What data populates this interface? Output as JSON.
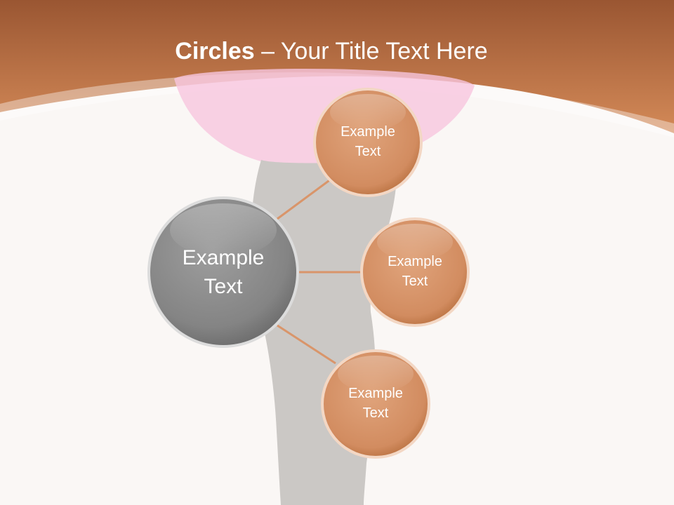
{
  "slide": {
    "title_bold": "Circles",
    "title_rest": " – Your Title Text Here"
  },
  "diagram": {
    "center": {
      "label": "Example\nText"
    },
    "nodes": [
      {
        "label": "Example\nText"
      },
      {
        "label": "Example\nText"
      },
      {
        "label": "Example\nText"
      }
    ]
  },
  "colors": {
    "header_dark": "#9c5a34",
    "header_light": "#d4895a",
    "background": "#faf7f5",
    "center_circle": "#8f8f8f",
    "node_circle": "#d99468",
    "connector": "#d9956a",
    "pink_blob": "#f6c9df",
    "silhouette": "#cbc8c5"
  }
}
